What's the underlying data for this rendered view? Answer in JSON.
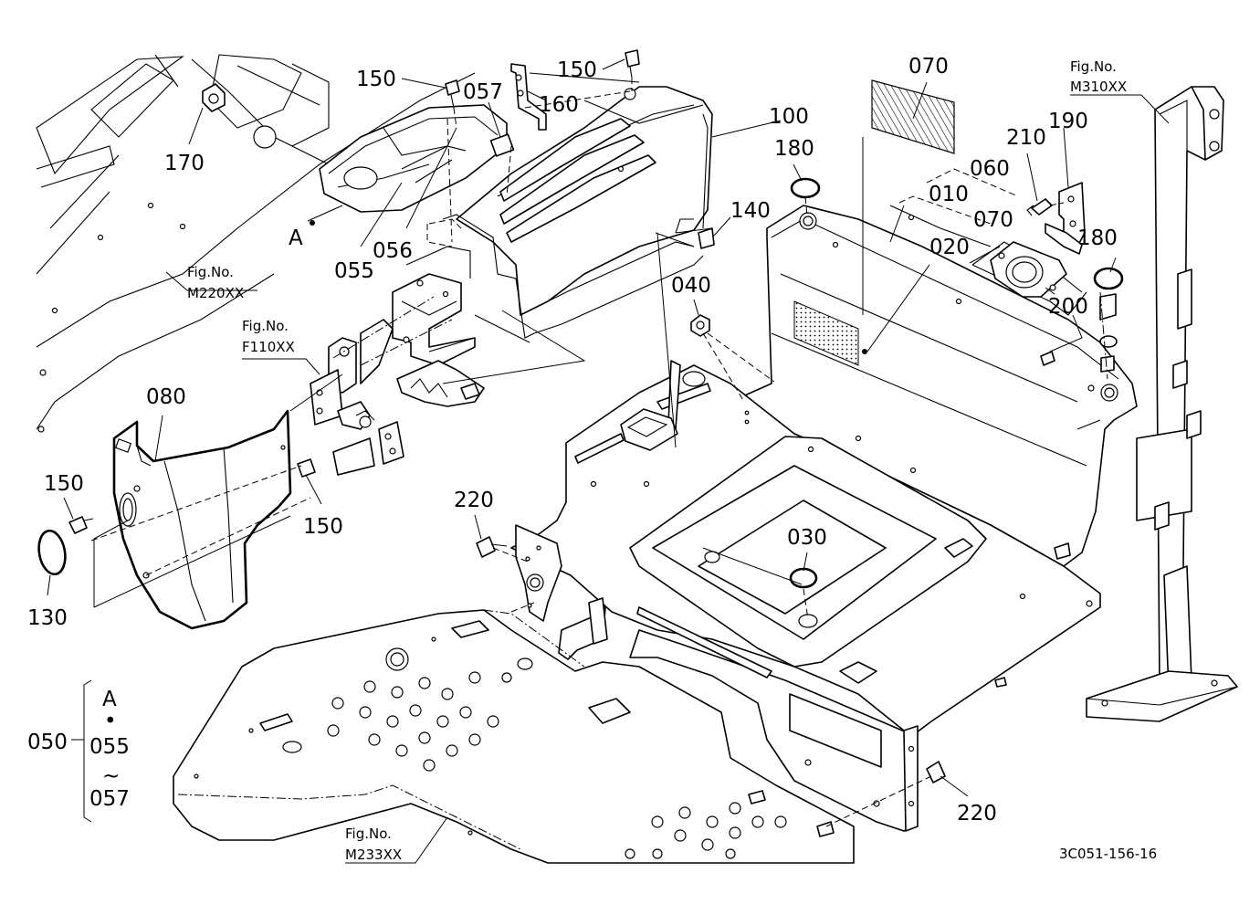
{
  "diagram": {
    "doc_code": "3C051-156-16",
    "fig_refs": {
      "m220": {
        "line1": "Fig.No.",
        "line2": "M220XX"
      },
      "f110": {
        "line1": "Fig.No.",
        "line2": "F110XX"
      },
      "m310": {
        "line1": "Fig.No.",
        "line2": "M310XX"
      },
      "m233": {
        "line1": "Fig.No.",
        "line2": "M233XX"
      }
    },
    "labels": {
      "p010": "010",
      "p020": "020",
      "p030": "030",
      "p040": "040",
      "p050": "050",
      "p055": "055",
      "p056": "056",
      "p057": "057",
      "p060": "060",
      "p070a": "070",
      "p070b": "070",
      "p080": "080",
      "p100": "100",
      "p130": "130",
      "p140": "140",
      "p150a": "150",
      "p150b": "150",
      "p150c": "150",
      "p150d": "150",
      "p160": "160",
      "p170": "170",
      "p180a": "180",
      "p180b": "180",
      "p190": "190",
      "p200": "200",
      "p210": "210",
      "p220a": "220",
      "p220b": "220",
      "assembly_a": "A"
    },
    "kit_legend": {
      "number": "050",
      "line1": "A",
      "line2": "•",
      "line3": "055",
      "line4": "~",
      "line5": "057"
    }
  }
}
